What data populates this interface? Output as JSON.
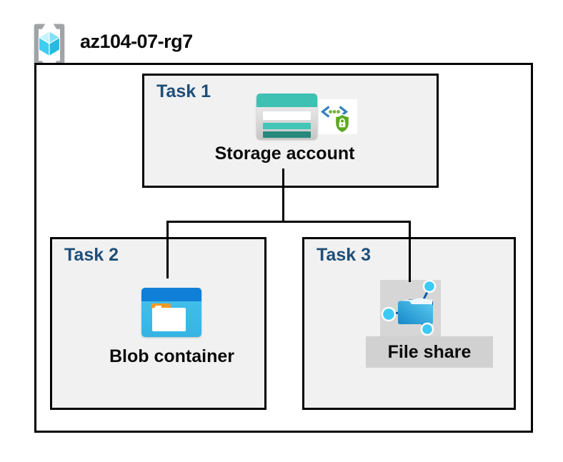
{
  "header": {
    "resource_group_name": "az104-07-rg7",
    "icon": "resource-group-icon"
  },
  "tasks": [
    {
      "label": "Task 1",
      "resource": "Storage account",
      "icons": [
        "storage-account-icon",
        "sas-shield-icon"
      ]
    },
    {
      "label": "Task 2",
      "resource": "Blob container",
      "icons": [
        "blob-container-icon"
      ]
    },
    {
      "label": "Task 3",
      "resource": "File share",
      "icons": [
        "file-share-icon"
      ],
      "highlighted": true
    }
  ],
  "connections": [
    {
      "from": "Storage account",
      "to": "Blob container"
    },
    {
      "from": "Storage account",
      "to": "File share"
    }
  ],
  "colors": {
    "task_label_navy": "#1f4e79",
    "box_fill": "#f1f1f1",
    "border_black": "#000000",
    "storage_teal": "#3ec0b2",
    "storage_teal_dark": "#26897c",
    "blob_top_blue": "#0f7fd7",
    "blob_body_blue": "#3fbfe9",
    "folder_tab_orange": "#f59a23",
    "fileshare_navy": "#0d57a4",
    "fileshare_node_blue": "#3ec9f5",
    "sas_green": "#5aa91e",
    "sas_bracket_blue": "#2f7fc1",
    "highlight_gray": "#d3d3d3",
    "cube_cyan": "#50d5f2",
    "bracket_gray": "#a0a4a7"
  }
}
